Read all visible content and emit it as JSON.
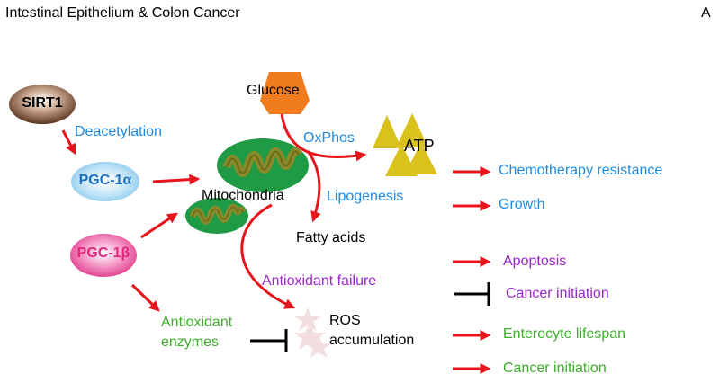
{
  "header": {
    "title": "Intestinal Epithelium & Colon Cancer",
    "panel_letter": "A"
  },
  "nodes": {
    "sirt1": "SIRT1",
    "pgc1a": "PGC-1α",
    "pgc1b": "PGC-1β",
    "glucose": "Glucose",
    "atp": "ATP",
    "mitochondria": "Mitochondria",
    "fatty_acids": "Fatty acids",
    "ros_line1": "ROS",
    "ros_line2": "accumulation",
    "antioxidant_enzymes_line1": "Antioxidant",
    "antioxidant_enzymes_line2": "enzymes"
  },
  "edges": {
    "deacetylation": "Deacetylation",
    "oxphos": "OxPhos",
    "lipogenesis": "Lipogenesis",
    "antioxidant_failure": "Antioxidant failure"
  },
  "outcomes": {
    "chemo_resistance": "Chemotherapy resistance",
    "growth": "Growth",
    "apoptosis": "Apoptosis",
    "cancer_initiation_inhibited": "Cancer initiation",
    "enterocyte_lifespan": "Enterocyte lifespan",
    "cancer_initiation": "Cancer initiation"
  },
  "colors": {
    "arrow_red": "#e8141c",
    "blue_text": "#1f8be0",
    "purple_text": "#9b27c9",
    "green_text": "#3cae2a",
    "mito_green": "#1e9b44",
    "atp_yellow": "#d9c21c",
    "glucose_orange": "#f07c1e"
  }
}
